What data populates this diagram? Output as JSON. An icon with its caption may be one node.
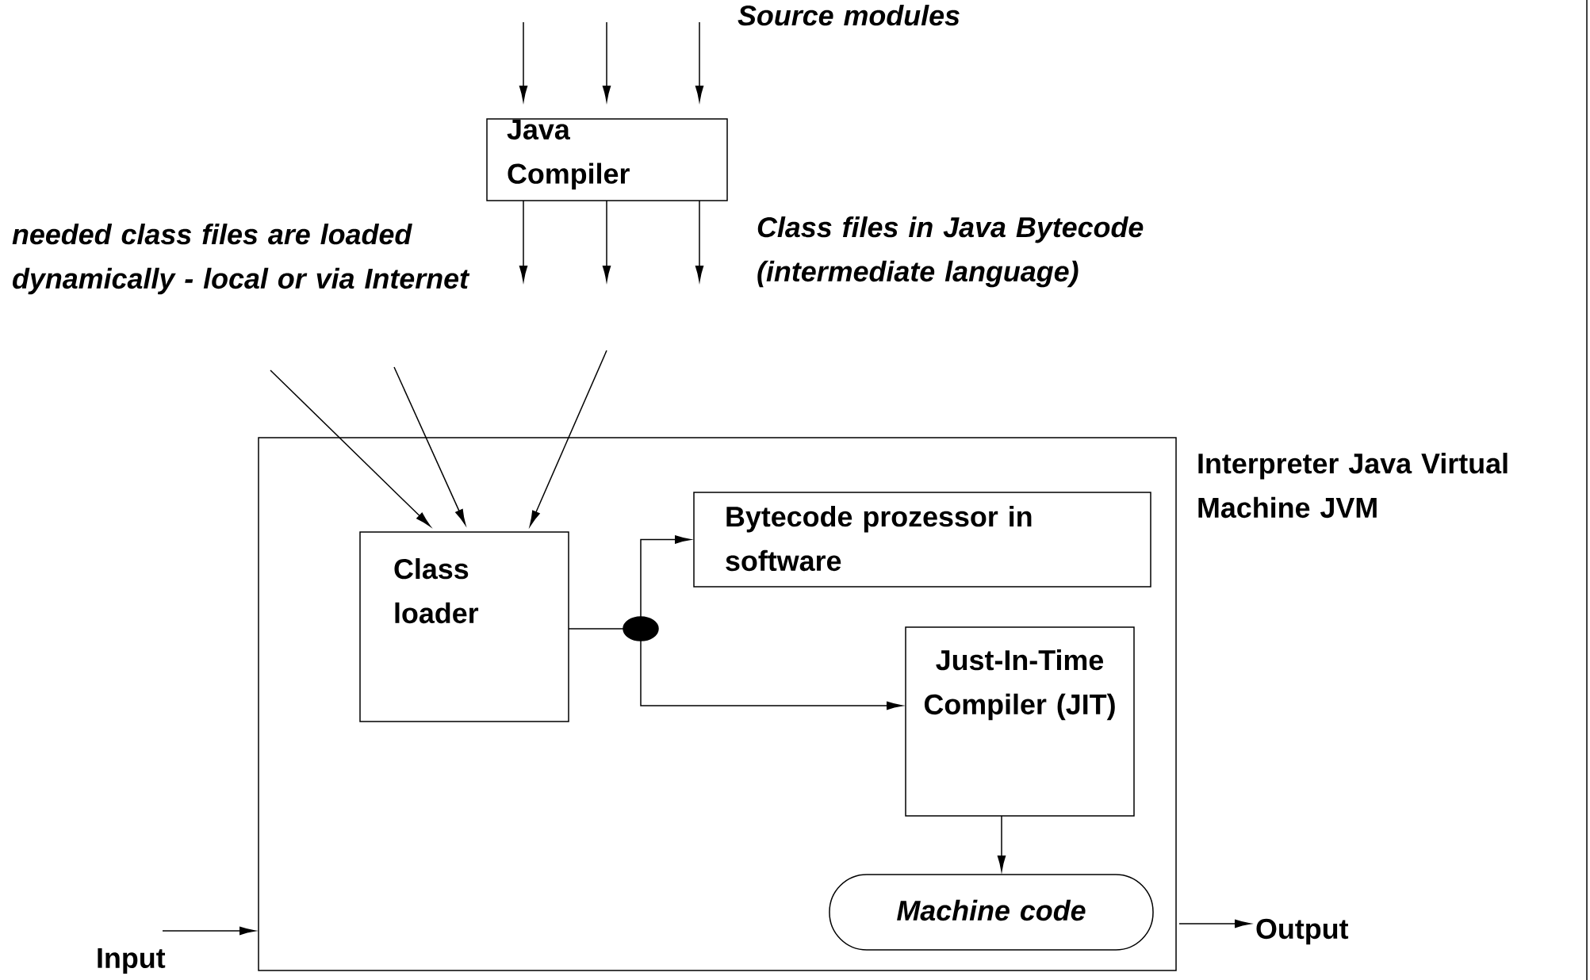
{
  "diagram": {
    "nodes": [
      {
        "text": [
          "Java Compiler"
        ]
      },
      {
        "text": [
          "Interpreter Java Virtual Machine JVM"
        ]
      },
      {
        "text": [
          "Class loader"
        ],
        "in": 1
      },
      {
        "text": [
          "Bytecode prozessor in software"
        ],
        "in": 1
      },
      {
        "text": [
          "Just-In-Time Compiler (JIT)"
        ],
        "in": 1
      },
      {
        "text": [
          "Machine code"
        ],
        "in": 1
      },
      {
        "text": [],
        "shape": "circle",
        "in": 1
      },
      {
        "text": [
          "Output"
        ]
      }
    ],
    "edges": [
      {
        "from": null,
        "to": 0,
        "arrow": "to"
      },
      {
        "from": null,
        "to": 0,
        "arrow": "to"
      },
      {
        "from": null,
        "to": 0,
        "arrow": "to"
      },
      {
        "from": 0,
        "to": null,
        "arrow": "to"
      },
      {
        "from": 0,
        "to": null,
        "arrow": "to"
      },
      {
        "from": 0,
        "to": null,
        "arrow": "to"
      },
      {
        "from": null,
        "to": 2,
        "arrow": "to"
      },
      {
        "from": null,
        "to": 2,
        "arrow": "to"
      },
      {
        "from": null,
        "to": 2,
        "arrow": "to"
      },
      {
        "from": null,
        "to": 1,
        "arrow": "to"
      },
      {
        "from": 1,
        "to": 7,
        "arrow": "to"
      },
      {
        "from": 2,
        "to": 6,
        "arrow": "none"
      },
      {
        "from": 6,
        "to": 3,
        "arrow": "to"
      },
      {
        "from": 6,
        "to": 4,
        "arrow": "to"
      },
      {
        "from": 4,
        "to": 5,
        "arrow": "to"
      }
    ],
    "labels": [
      "Source modules",
      "needed class files are loaded dynamically - local or via Internet",
      "Class files in Java Bytecode (intermediate language)",
      "Input"
    ]
  }
}
